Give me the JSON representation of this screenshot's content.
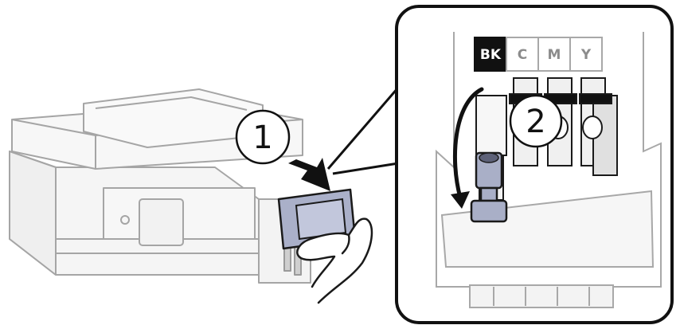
{
  "steps": [
    {
      "label": "1"
    },
    {
      "label": "2"
    }
  ],
  "ink_slots": [
    {
      "label": "BK",
      "highlighted": true
    },
    {
      "label": "C",
      "highlighted": false
    },
    {
      "label": "M",
      "highlighted": false
    },
    {
      "label": "Y",
      "highlighted": false
    }
  ],
  "colors": {
    "line": "#1a1a1a",
    "light_line": "#a8a8a8",
    "device_fill": "#f4f4f4",
    "cap_fill": "#a9afc7",
    "ink_black": "#111111"
  }
}
